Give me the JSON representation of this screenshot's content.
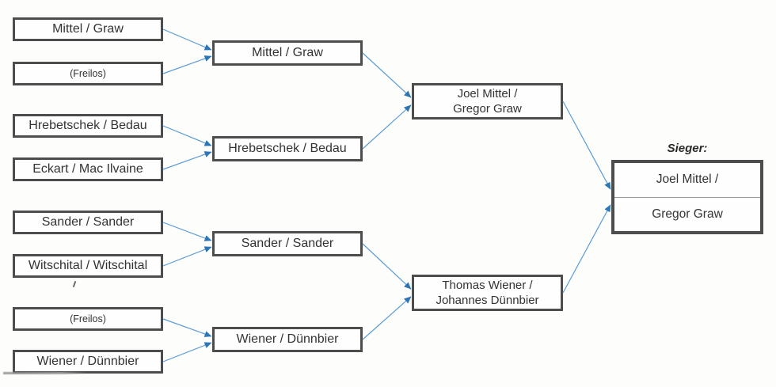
{
  "bracket": {
    "round1": [
      {
        "id": "r1-0",
        "label": "Mittel / Graw"
      },
      {
        "id": "r1-1",
        "label": "(Freilos)"
      },
      {
        "id": "r1-2",
        "label": "Hrebetschek / Bedau"
      },
      {
        "id": "r1-3",
        "label": "Eckart / Mac Ilvaine"
      },
      {
        "id": "r1-4",
        "label": "Sander / Sander"
      },
      {
        "id": "r1-5",
        "label": "Witschital / Witschital"
      },
      {
        "id": "r1-6",
        "label": "(Freilos)"
      },
      {
        "id": "r1-7",
        "label": "Wiener / Dünnbier"
      }
    ],
    "round2": [
      {
        "id": "r2-0",
        "label": "Mittel / Graw"
      },
      {
        "id": "r2-1",
        "label": "Hrebetschek / Bedau"
      },
      {
        "id": "r2-2",
        "label": "Sander / Sander"
      },
      {
        "id": "r2-3",
        "label": "Wiener / Dünnbier"
      }
    ],
    "semifinals": [
      {
        "id": "sf-0",
        "line1": "Joel Mittel /",
        "line2": "Gregor Graw"
      },
      {
        "id": "sf-1",
        "line1": "Thomas Wiener /",
        "line2": "Johannes Dünnbier"
      }
    ],
    "final": {
      "id": "final",
      "heading": "Sieger:",
      "line1": "Joel Mittel /",
      "line2": "Gregor Graw"
    }
  },
  "connections": [
    {
      "from": "r1-0",
      "to": "r2-0"
    },
    {
      "from": "r1-1",
      "to": "r2-0"
    },
    {
      "from": "r1-2",
      "to": "r2-1"
    },
    {
      "from": "r1-3",
      "to": "r2-1"
    },
    {
      "from": "r1-4",
      "to": "r2-2"
    },
    {
      "from": "r1-5",
      "to": "r2-2"
    },
    {
      "from": "r1-6",
      "to": "r2-3"
    },
    {
      "from": "r1-7",
      "to": "r2-3"
    },
    {
      "from": "r2-0",
      "to": "sf-0"
    },
    {
      "from": "r2-1",
      "to": "sf-0"
    },
    {
      "from": "r2-2",
      "to": "sf-1"
    },
    {
      "from": "r2-3",
      "to": "sf-1"
    },
    {
      "from": "sf-0",
      "to": "final"
    },
    {
      "from": "sf-1",
      "to": "final"
    }
  ],
  "colors": {
    "arrow_line": "#5b9bd5",
    "arrow_head": "#2e75b6",
    "box_border": "#4d4d4d",
    "text": "#333333"
  }
}
